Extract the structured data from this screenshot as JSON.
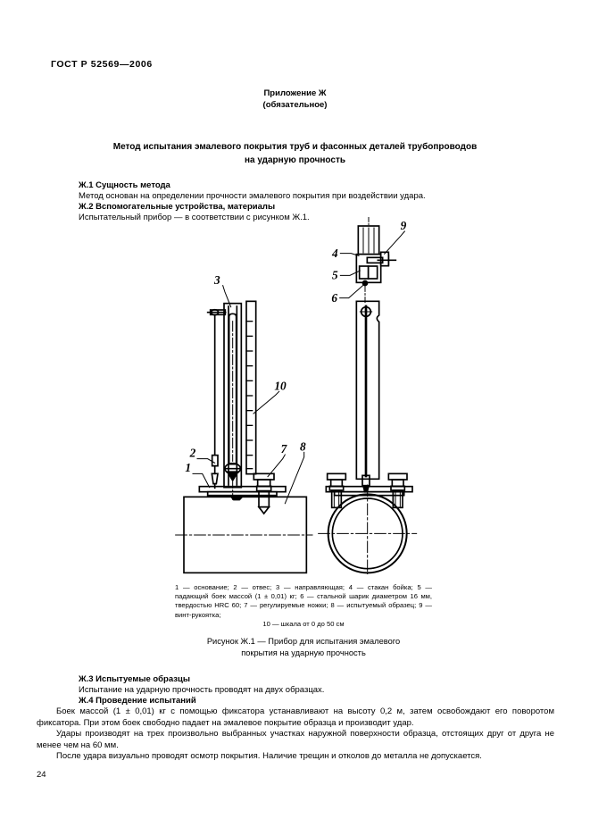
{
  "document": {
    "standard_header": "ГОСТ Р 52569—2006",
    "page_number": "24"
  },
  "appendix": {
    "title": "Приложение Ж",
    "subtitle": "(обязательное)"
  },
  "title": {
    "line1": "Метод испытания эмалевого покрытия труб и фасонных деталей трубопроводов",
    "line2": "на ударную прочность"
  },
  "sections": {
    "s1_heading": "Ж.1 Сущность метода",
    "s1_text": "Метод основан на определении прочности эмалевого покрытия при воздействии удара.",
    "s2_heading": "Ж.2 Вспомогательные устройства, материалы",
    "s2_text": "Испытательный прибор — в соответствии с рисунком Ж.1.",
    "s3_heading": "Ж.3 Испытуемые образцы",
    "s3_text": "Испытание на ударную прочность проводят на двух образцах.",
    "s4_heading": "Ж.4 Проведение испытаний",
    "p1": "Боек массой (1 ± 0,01) кг с помощью фиксатора устанавливают на высоту 0,2 м, затем освобождают его поворотом фиксатора. При этом боек свободно падает на эмалевое покрытие образца и производит удар.",
    "p2": "Удары производят на трех произвольно выбранных участках наружной поверхности образца, отстоящих друг от друга не менее чем на 60 мм.",
    "p3": "После удара визуально проводят осмотр покрытия. Наличие трещин и отколов до металла не допускается."
  },
  "figure": {
    "legend_text": "1 — основание; 2 — отвес; 3 — направляющая; 4 — стакан бойка; 5 — падающий боек массой (1 ± 0,01) кг; 6 — стальной шарик диаметром 16 мм, твердостью HRC 60; 7 — регулируемые ножки; 8 — испытуемый образец; 9 — винт-рукоятка;",
    "legend_last_line": "10 — шкала от 0 до 50 см",
    "caption_line1": "Рисунок Ж.1 — Прибор для испытания эмалевого",
    "caption_line2": "покрытия на ударную прочность",
    "callouts": {
      "c1": "1",
      "c2": "2",
      "c3": "3",
      "c4": "4",
      "c5": "5",
      "c6": "6",
      "c7": "7",
      "c8": "8",
      "c9": "9",
      "c10": "10"
    },
    "legend_items": [
      {
        "num": "1",
        "name": "основание"
      },
      {
        "num": "2",
        "name": "отвес"
      },
      {
        "num": "3",
        "name": "направляющая"
      },
      {
        "num": "4",
        "name": "стакан бойка"
      },
      {
        "num": "5",
        "name": "падающий боек массой (1 ± 0,01) кг"
      },
      {
        "num": "6",
        "name": "стальной шарик диаметром 16 мм, твердостью HRC 60"
      },
      {
        "num": "7",
        "name": "регулируемые ножки"
      },
      {
        "num": "8",
        "name": "испытуемый образец"
      },
      {
        "num": "9",
        "name": "винт-рукоятка"
      },
      {
        "num": "10",
        "name": "шкала от 0 до 50 см"
      }
    ]
  },
  "colors": {
    "ink": "#000000",
    "paper": "#ffffff"
  }
}
